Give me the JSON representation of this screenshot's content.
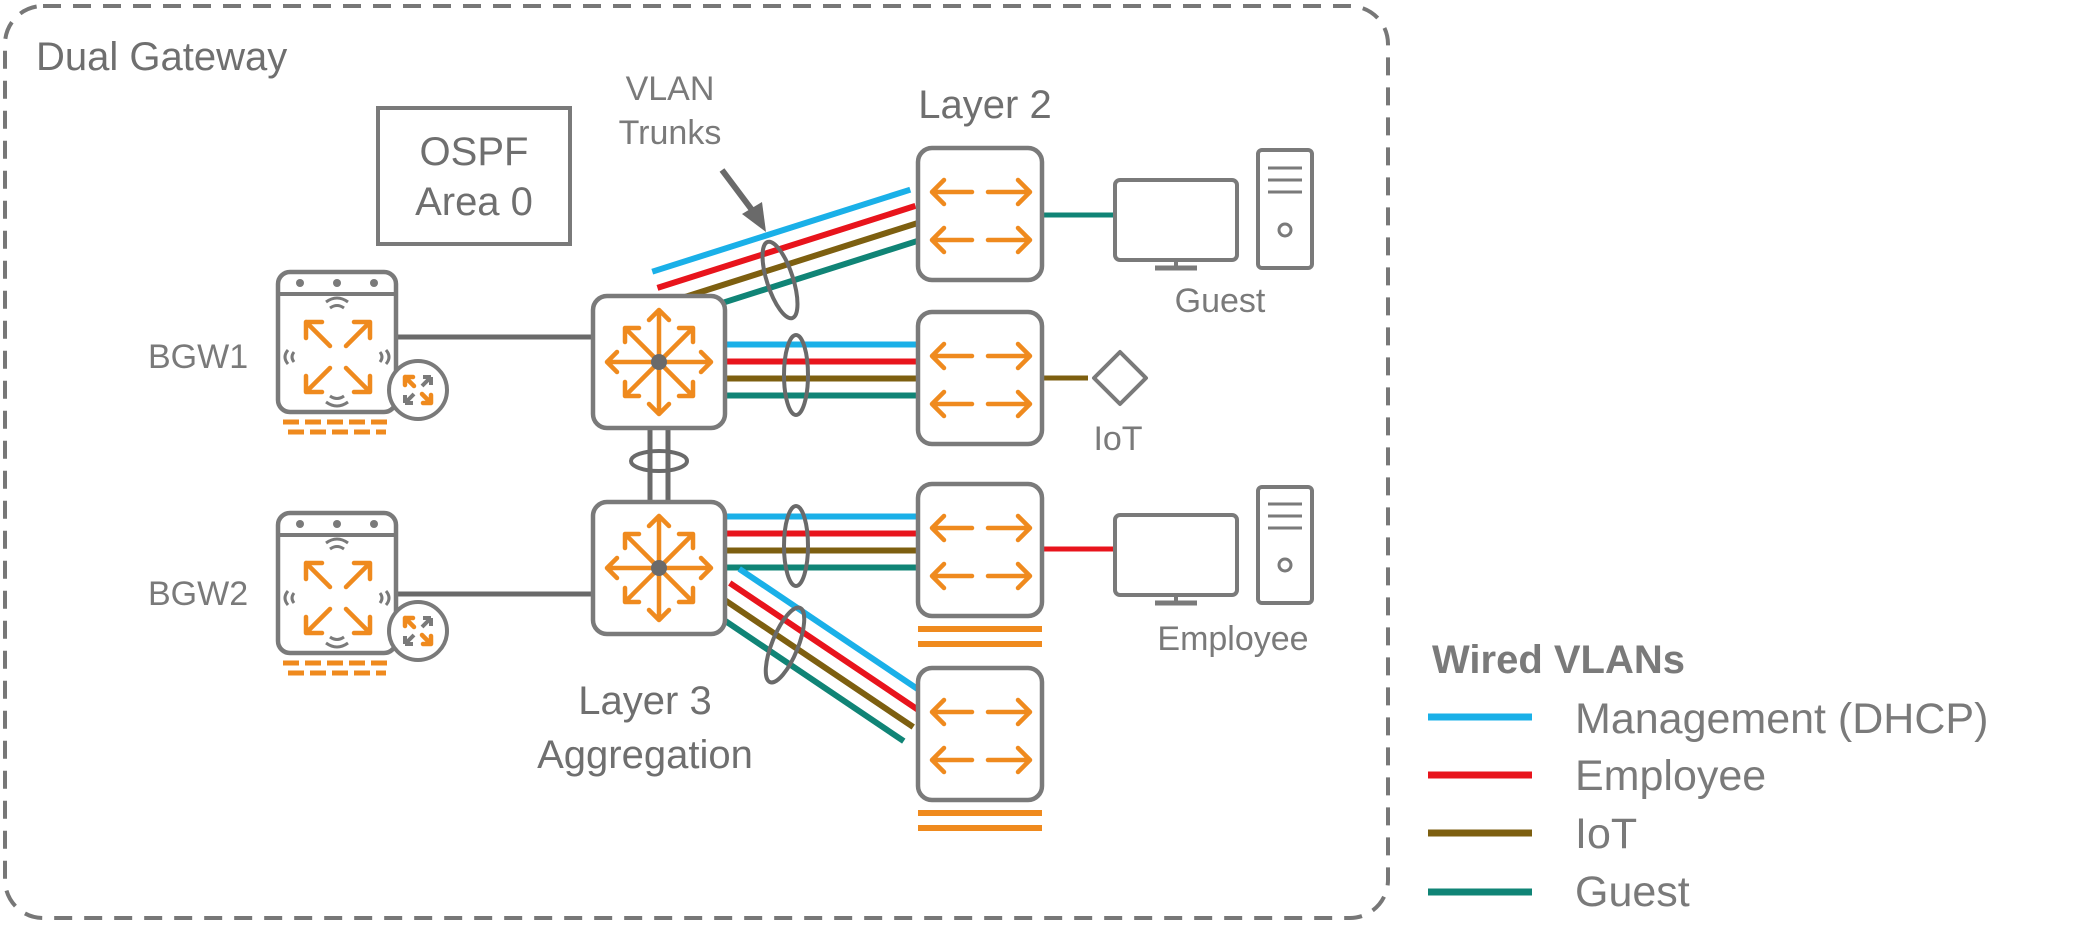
{
  "container": {
    "title": "Dual Gateway"
  },
  "ospf": {
    "line1": "OSPF",
    "line2": "Area 0"
  },
  "trunks": {
    "line1": "VLAN",
    "line2": "Trunks"
  },
  "layer2": {
    "label": "Layer 2"
  },
  "layer3": {
    "line1": "Layer 3",
    "line2": "Aggregation"
  },
  "gateways": [
    {
      "label": "BGW1"
    },
    {
      "label": "BGW2"
    }
  ],
  "endpoints": {
    "guest": "Guest",
    "iot": "IoT",
    "employee": "Employee"
  },
  "legend": {
    "title": "Wired VLANs",
    "items": [
      {
        "label": "Management (DHCP)",
        "color": "#1ab0e8"
      },
      {
        "label": "Employee",
        "color": "#e8141c"
      },
      {
        "label": "IoT",
        "color": "#7d5f10"
      },
      {
        "label": "Guest",
        "color": "#108476"
      }
    ]
  },
  "colors": {
    "accent": "#ef8a1e",
    "outline": "#7a7a7a"
  }
}
